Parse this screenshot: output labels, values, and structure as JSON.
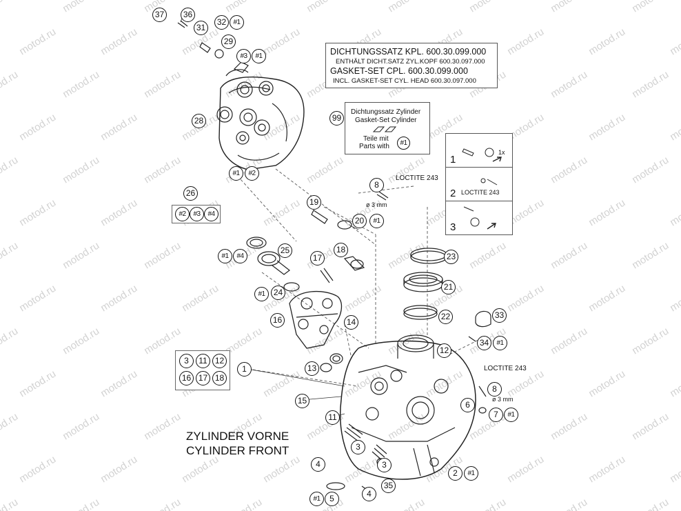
{
  "watermark": "motod.ru",
  "gasket_box": {
    "line1": "DICHTUNGSSATZ KPL.  600.30.099.000",
    "line2": "ENTHÄLT DICHT.SATZ ZYL.KOPF 600.30.097.000",
    "line3": "GASKET-SET CPL.          600.30.099.000",
    "line4": "INCL. GASKET-SET CYL. HEAD 600.30.097.000"
  },
  "cylinder_gasket_box": {
    "title1": "Dichtungssatz Zylinder",
    "title2": "Gasket-Set Cylinder",
    "parts1": "Teile mit",
    "parts2": "Parts with",
    "marker": "#1",
    "callout": "99"
  },
  "steps_box": {
    "step1": "1",
    "step2": "2",
    "step3": "3",
    "step1_note": "1x",
    "step2_note": "LOCTITE 243"
  },
  "loctite_labels": [
    "LOCTITE 243",
    "LOCTITE 243"
  ],
  "diameter_labels": [
    "ø 3 mm",
    "ø 3 mm"
  ],
  "footer": {
    "line1": "ZYLINDER VORNE",
    "line2": "CYLINDER FRONT"
  },
  "group_26": {
    "label": "26",
    "items": [
      "#2",
      "#3",
      "#4"
    ]
  },
  "group_1": {
    "items": [
      "3",
      "11",
      "12",
      "16",
      "17",
      "18"
    ]
  },
  "callouts": [
    "37",
    "36",
    "31",
    "32",
    "#1",
    "29",
    "#3",
    "#1",
    "28",
    "#1",
    "#2",
    "8",
    "19",
    "20",
    "#1",
    "#1",
    "#4",
    "25",
    "18",
    "17",
    "#1",
    "24",
    "16",
    "14",
    "23",
    "21",
    "22",
    "33",
    "34",
    "#1",
    "12",
    "13",
    "1",
    "15",
    "11",
    "8",
    "6",
    "7",
    "#1",
    "3",
    "3",
    "4",
    "4",
    "2",
    "#1",
    "35",
    "#1",
    "5"
  ],
  "colors": {
    "line": "#111111",
    "watermark": "#d2d2d2"
  }
}
